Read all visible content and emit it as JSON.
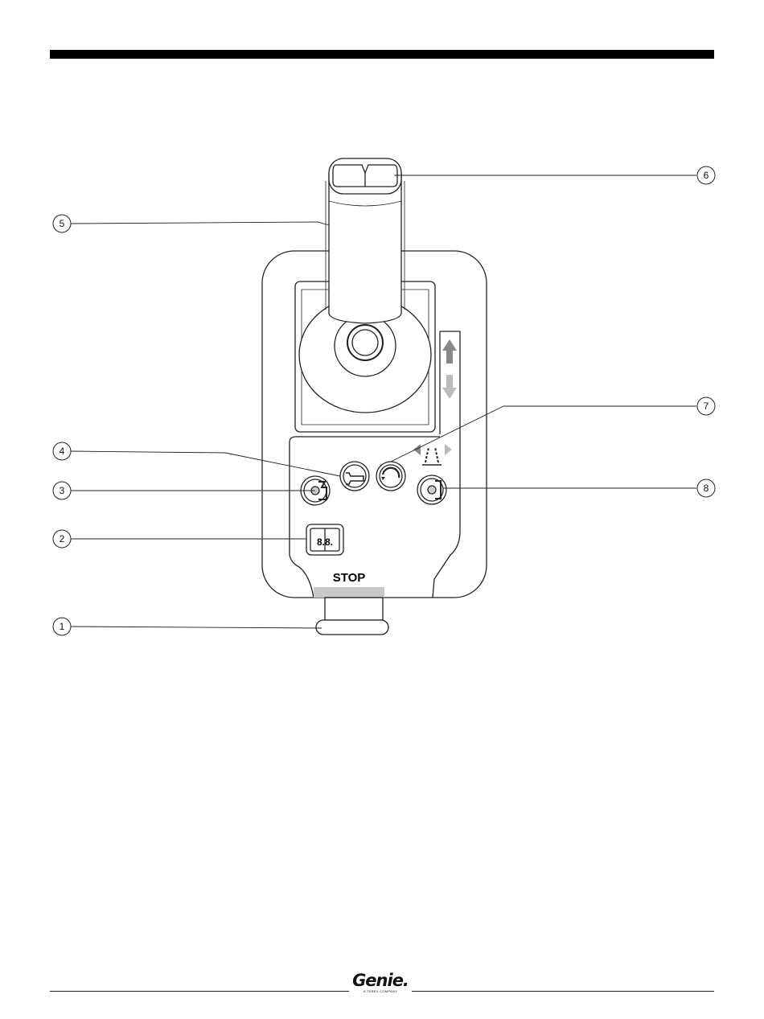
{
  "figure": {
    "stop_label": "STOP",
    "display_digits": "8.8.",
    "callouts": [
      "1",
      "2",
      "3",
      "4",
      "5",
      "6",
      "7",
      "8"
    ]
  },
  "footer": {
    "logo": "Genie.",
    "logo_tagline": "A TEREX COMPANY"
  }
}
